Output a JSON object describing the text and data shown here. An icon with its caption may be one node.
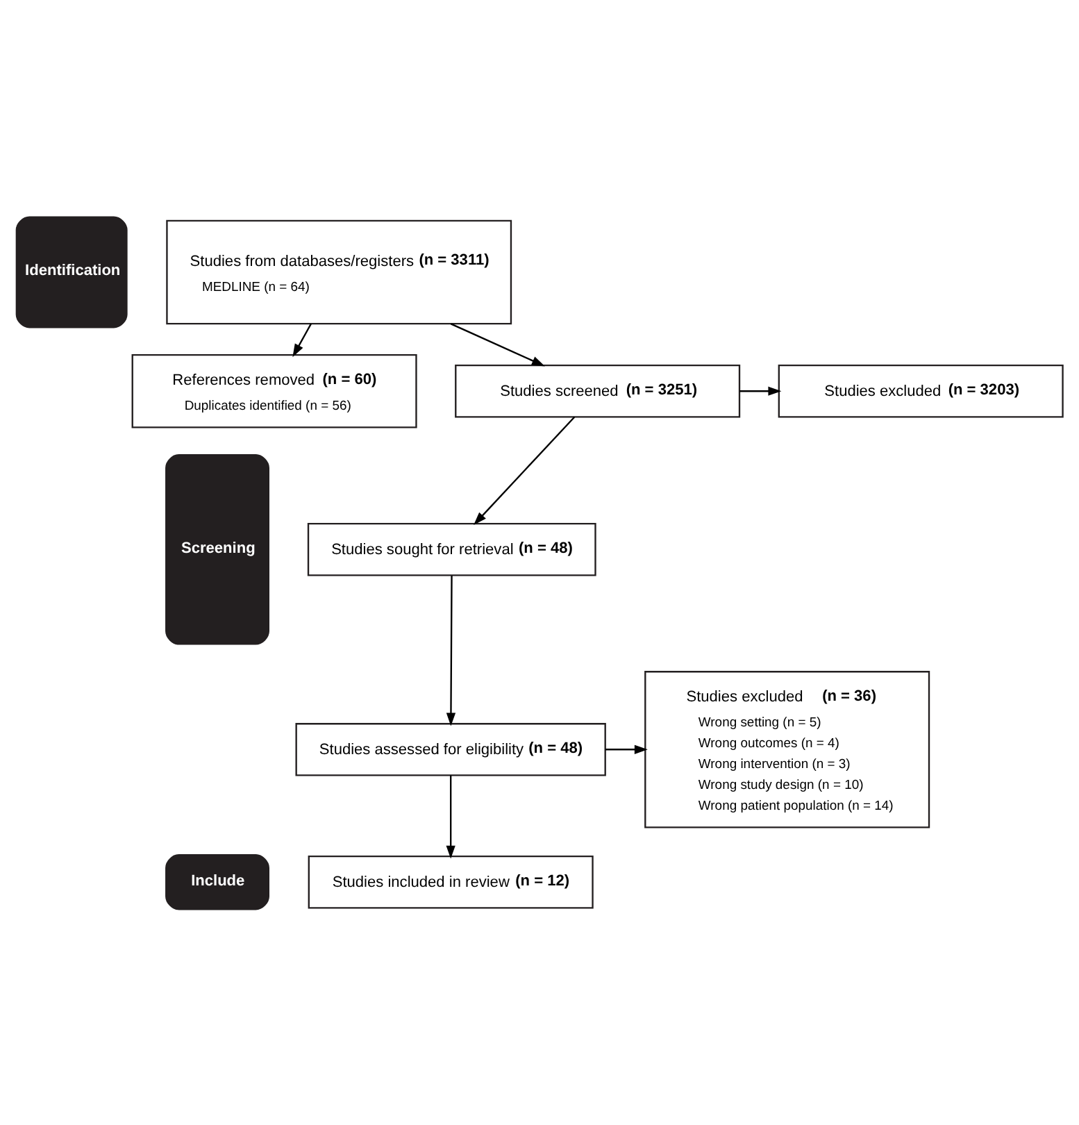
{
  "diagram": {
    "nodes": [
      {
        "text": [
          "Identification"
        ]
      },
      {
        "text": [
          "Screening"
        ]
      },
      {
        "text": [
          "Include"
        ]
      },
      {
        "text": [
          "Studies from databases/registers **(n = 3311)**",
          "MEDLINE (n = 64)"
        ]
      },
      {
        "text": [
          "References removed **(n = 60)**",
          "Duplicates identified (n = 56)"
        ]
      },
      {
        "text": [
          "Studies screened **(n = 3251)**"
        ]
      },
      {
        "text": [
          "Studies excluded **(n = 3203)**"
        ]
      },
      {
        "text": [
          "Studies sought for retrieval **(n = 48)**"
        ]
      },
      {
        "text": [
          "Studies assessed for eligibility **(n = 48)**"
        ]
      },
      {
        "text": [
          "Studies excluded **(n = 36)**",
          "Wrong setting (n = 5)",
          "Wrong outcomes (n = 4)",
          "Wrong intervention (n = 3)",
          "Wrong study design (n = 10)",
          "Wrong patient population (n = 14)"
        ]
      },
      {
        "text": [
          "Studies included in review **(n = 12)**"
        ]
      }
    ],
    "edges": [
      {
        "from": 3,
        "to": 5,
        "arrow": "to"
      },
      {
        "from": 3,
        "to": 4,
        "arrow": "to"
      },
      {
        "from": 5,
        "to": 6,
        "arrow": "to"
      },
      {
        "from": 5,
        "to": 7,
        "arrow": "to"
      },
      {
        "from": 7,
        "to": 8,
        "arrow": "to"
      },
      {
        "from": 8,
        "to": 9,
        "arrow": "to"
      },
      {
        "from": 8,
        "to": 10,
        "arrow": "to"
      }
    ]
  }
}
